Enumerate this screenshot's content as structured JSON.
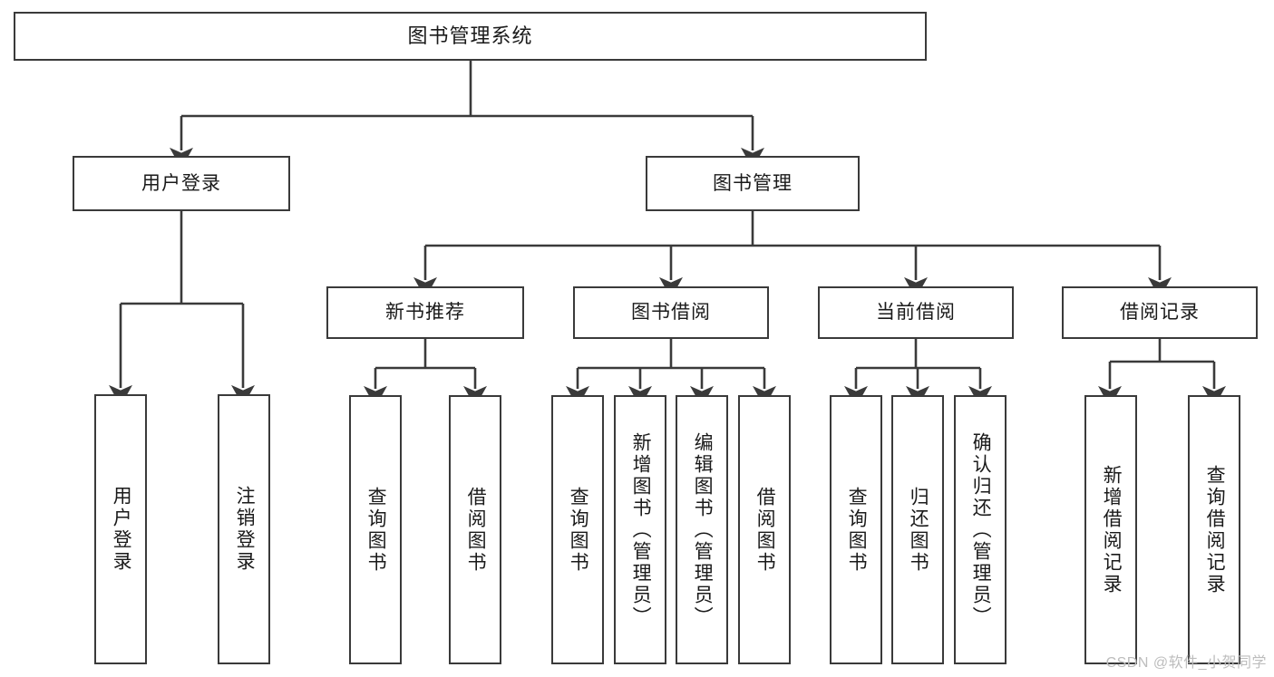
{
  "diagram": {
    "kind": "tree",
    "title": "图书管理系统",
    "watermark": "CSDN @软件_小贺同学",
    "colors": {
      "box_border": "#3a3a3a",
      "box_fill": "#ffffff",
      "edge": "#3a3a3a",
      "text": "#1a1a1a",
      "watermark": "#bdbdbd"
    },
    "nodes": {
      "root": "图书管理系统",
      "level2": [
        "用户登录",
        "图书管理"
      ],
      "level3": [
        "新书推荐",
        "图书借阅",
        "当前借阅",
        "借阅记录"
      ],
      "leaves": {
        "user_login": [
          "用户登录",
          "注销登录"
        ],
        "new_book_recommend": [
          "查询图书",
          "借阅图书"
        ],
        "book_borrow": [
          "查询图书",
          "新增图书（管理员）",
          "编辑图书（管理员）",
          "借阅图书"
        ],
        "current_borrow": [
          "查询图书",
          "归还图书",
          "确认归还（管理员）"
        ],
        "borrow_record": [
          "新增借阅记录",
          "查询借阅记录"
        ]
      }
    }
  }
}
